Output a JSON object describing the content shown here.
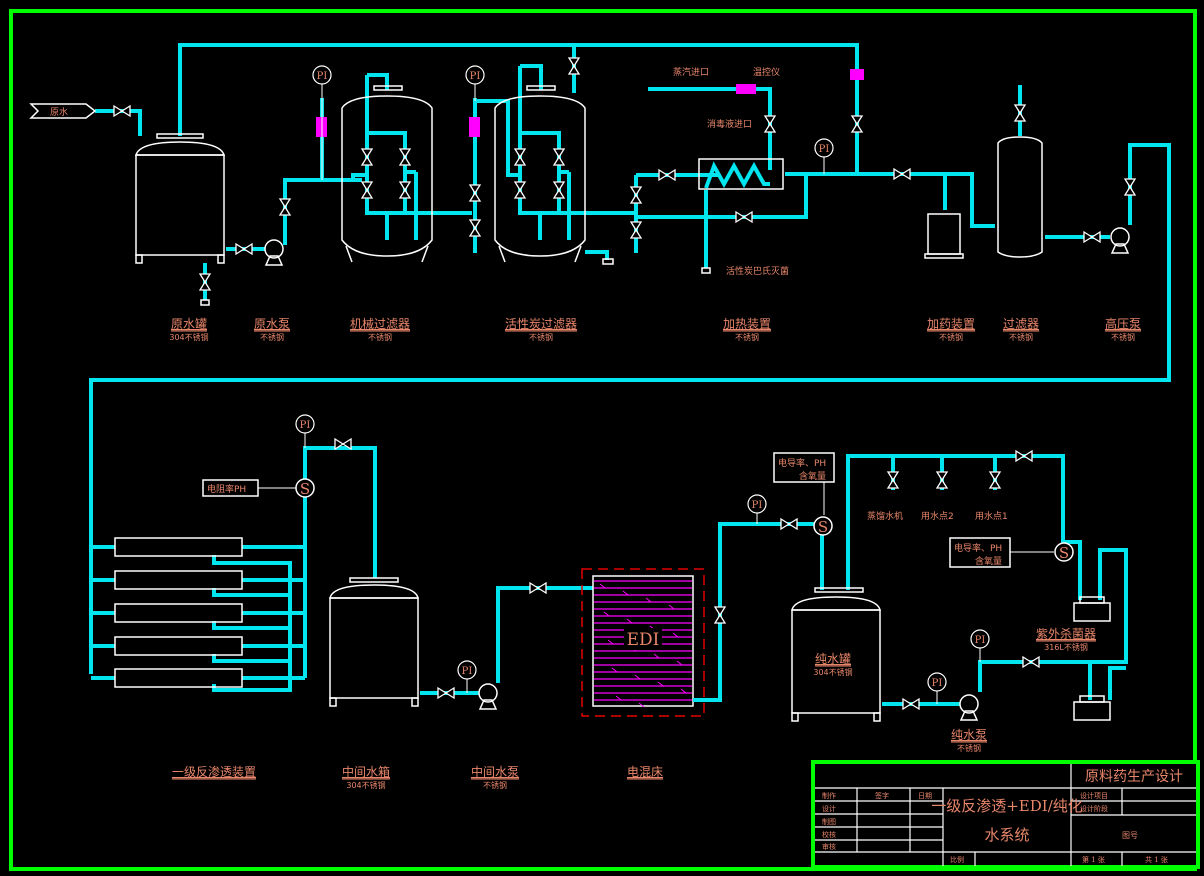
{
  "drawing": {
    "title_line1": "一级反渗透+EDI/纯化",
    "title_line2": "水系统",
    "project": "原料药生产设计",
    "title_block": {
      "rows": [
        "制作",
        "设计",
        "制图",
        "校核",
        "审核"
      ],
      "col_sign": "签字",
      "col_date": "日期",
      "design_item": "设计项目",
      "design_stage": "设计阶段",
      "drawing_no": "图号",
      "scale": "比例",
      "sheet": "第 1 张",
      "total": "共 1 张"
    }
  },
  "colors": {
    "pipe": "#00e5ee",
    "frame": "#00ff00",
    "equipment": "#ffffff",
    "text": "#e8866a",
    "instrument": "#ff00ff",
    "edi_border": "#e00000"
  },
  "inlet": {
    "label": "原水"
  },
  "equipment": [
    {
      "id": "raw-water-tank",
      "label": "原水罐",
      "material": "304不锈钢"
    },
    {
      "id": "raw-water-pump",
      "label": "原水泵",
      "material": "不锈钢"
    },
    {
      "id": "mechanical-filter",
      "label": "机械过滤器",
      "material": "不锈钢"
    },
    {
      "id": "carbon-filter",
      "label": "活性炭过滤器",
      "material": "不锈钢"
    },
    {
      "id": "heating-device",
      "label": "加热装置",
      "material": "不锈钢"
    },
    {
      "id": "dosing-device",
      "label": "加药装置",
      "material": "不锈钢"
    },
    {
      "id": "filter",
      "label": "过滤器",
      "material": "不锈钢"
    },
    {
      "id": "high-pressure-pump",
      "label": "高压泵",
      "material": "不锈钢"
    },
    {
      "id": "ro-unit",
      "label": "一级反渗透装置",
      "material": ""
    },
    {
      "id": "intermediate-tank",
      "label": "中间水箱",
      "material": "304不锈钢"
    },
    {
      "id": "intermediate-pump",
      "label": "中间水泵",
      "material": "不锈钢"
    },
    {
      "id": "edi",
      "label": "电混床",
      "material": ""
    },
    {
      "id": "pure-water-tank",
      "label": "纯水罐",
      "material": "304不锈钢"
    },
    {
      "id": "pure-water-pump",
      "label": "纯水泵",
      "material": "不锈钢"
    },
    {
      "id": "uv-sterilizer",
      "label": "紫外杀菌器",
      "material": "316L不锈钢"
    }
  ],
  "annotations": {
    "steam_inlet": "蒸汽进口",
    "temp_controller": "温控仪",
    "disinfectant_inlet": "消毒液进口",
    "carbon_pasteurize": "活性炭巴氏灭菌",
    "edi_tag": "EDI",
    "pi": "PI",
    "s": "S",
    "ro_sensor": "电阻率PH",
    "sensor_line1": "电导率、PH",
    "sensor_line2": "含氧量",
    "use_points": [
      "蒸馏水机",
      "用水点2",
      "用水点1"
    ]
  }
}
